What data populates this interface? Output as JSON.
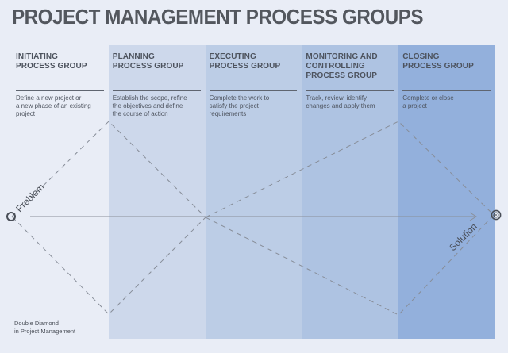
{
  "title": "PROJECT MANAGEMENT PROCESS GROUPS",
  "columns": [
    {
      "title": "INITIATING\nPROCESS GROUP",
      "description": "Define a new project or\na new phase of an existing\nproject",
      "bg": "transparent"
    },
    {
      "title": "PLANNING\nPROCESS GROUP",
      "description": "Establish the scope, refine\nthe objectives and define\nthe course of action",
      "bg": "#cdd8eb"
    },
    {
      "title": "EXECUTING\nPROCESS GROUP",
      "description": "Complete the work to\nsatisfy the project\nrequirements",
      "bg": "#bccde6"
    },
    {
      "title": "MONITORING AND\nCONTROLLING\nPROCESS GROUP",
      "description": "Track, review, identify\nchanges and apply them",
      "bg": "#aec3e2"
    },
    {
      "title": "CLOSING\nPROCESS GROUP",
      "description": "Complete or close\na project",
      "bg": "#93b0dc"
    }
  ],
  "diagram": {
    "problem_label": "Problem",
    "solution_label": "Solution",
    "caption": "Double Diamond\nin Project Management"
  },
  "colors": {
    "page_bg": "#e9edf6",
    "dashed_line": "#878d98",
    "solid_line": "#8a8f99",
    "marker": "#494e57",
    "heading_text": "#4d535e",
    "title_text": "#53575e"
  }
}
